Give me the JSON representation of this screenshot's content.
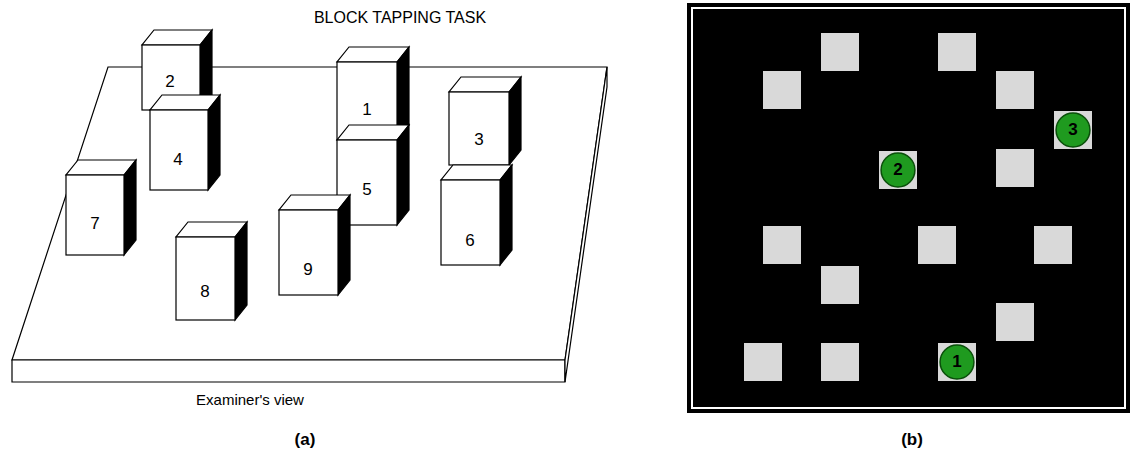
{
  "diagram": {
    "title": "BLOCK TAPPING TASK",
    "nodes": [
      {
        "text": [
          "2"
        ]
      },
      {
        "text": [
          "1"
        ]
      },
      {
        "text": [
          "3"
        ]
      },
      {
        "text": [
          "4"
        ]
      },
      {
        "text": [
          "5"
        ]
      },
      {
        "text": [
          "7"
        ]
      },
      {
        "text": [
          "6"
        ]
      },
      {
        "text": [
          "9"
        ]
      },
      {
        "text": [
          "8"
        ]
      },
      {
        "text": [
          "3"
        ]
      },
      {
        "text": [
          "2"
        ]
      },
      {
        "text": [
          "1"
        ]
      }
    ],
    "labels": [
      "Examiner's view",
      "(a)",
      "(b)"
    ]
  }
}
